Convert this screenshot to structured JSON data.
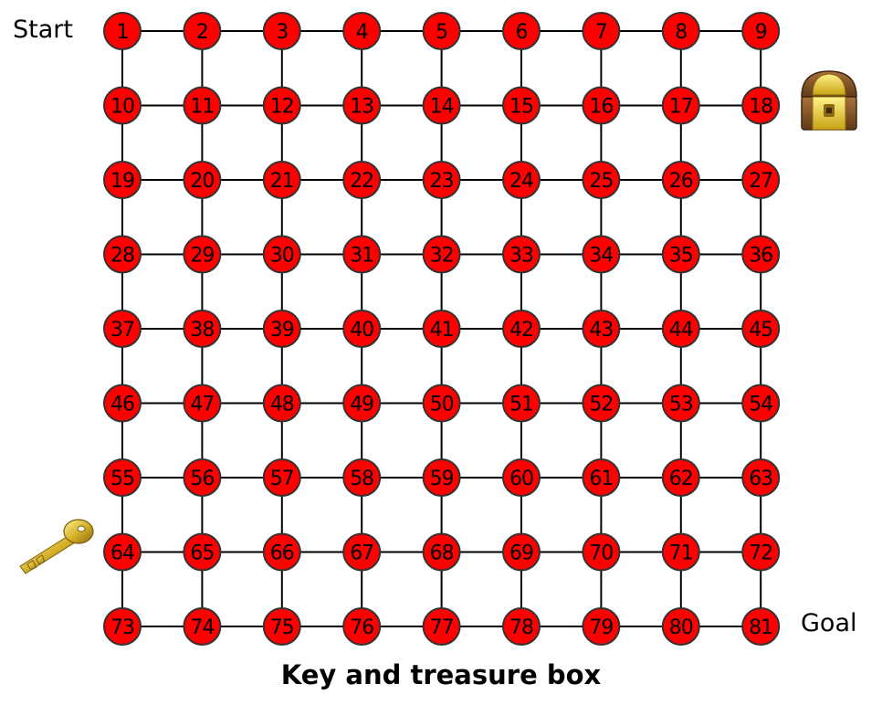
{
  "labels": {
    "start": "Start",
    "goal": "Goal",
    "caption": "Key and treasure box"
  },
  "grid": {
    "rows": 9,
    "cols": 9,
    "first_number": 1,
    "last_number": 81
  },
  "items": {
    "key": {
      "icon": "key-icon",
      "at_node": 64
    },
    "treasure": {
      "icon": "treasure-chest-icon",
      "at_node": 18
    }
  },
  "colors": {
    "node_fill": "#ff0000",
    "node_stroke": "#333333",
    "edge": "#000000",
    "gold": "#d8b32a",
    "wood": "#8a5a2b"
  }
}
